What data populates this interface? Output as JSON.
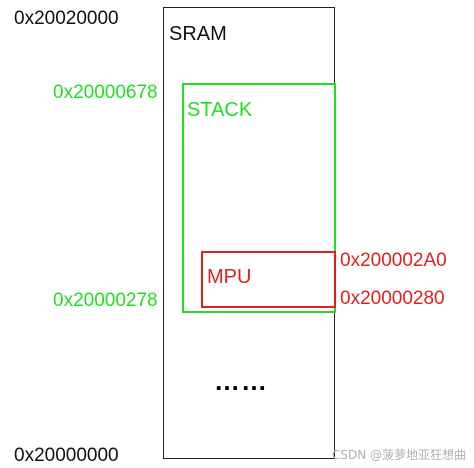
{
  "colors": {
    "black": "#111111",
    "green": "#22dd22",
    "red": "#e02020",
    "watermark": "#b0b0b0"
  },
  "sram": {
    "label": "SRAM",
    "top_address": "0x20020000",
    "bottom_address": "0x20000000"
  },
  "stack": {
    "label": "STACK",
    "top_address": "0x20000678",
    "bottom_address": "0x20000278"
  },
  "mpu": {
    "label": "MPU",
    "top_address": "0x200002A0",
    "bottom_address": "0x20000280"
  },
  "ellipsis": "……",
  "watermark": "CSDN @菠萝地亚狂想曲"
}
